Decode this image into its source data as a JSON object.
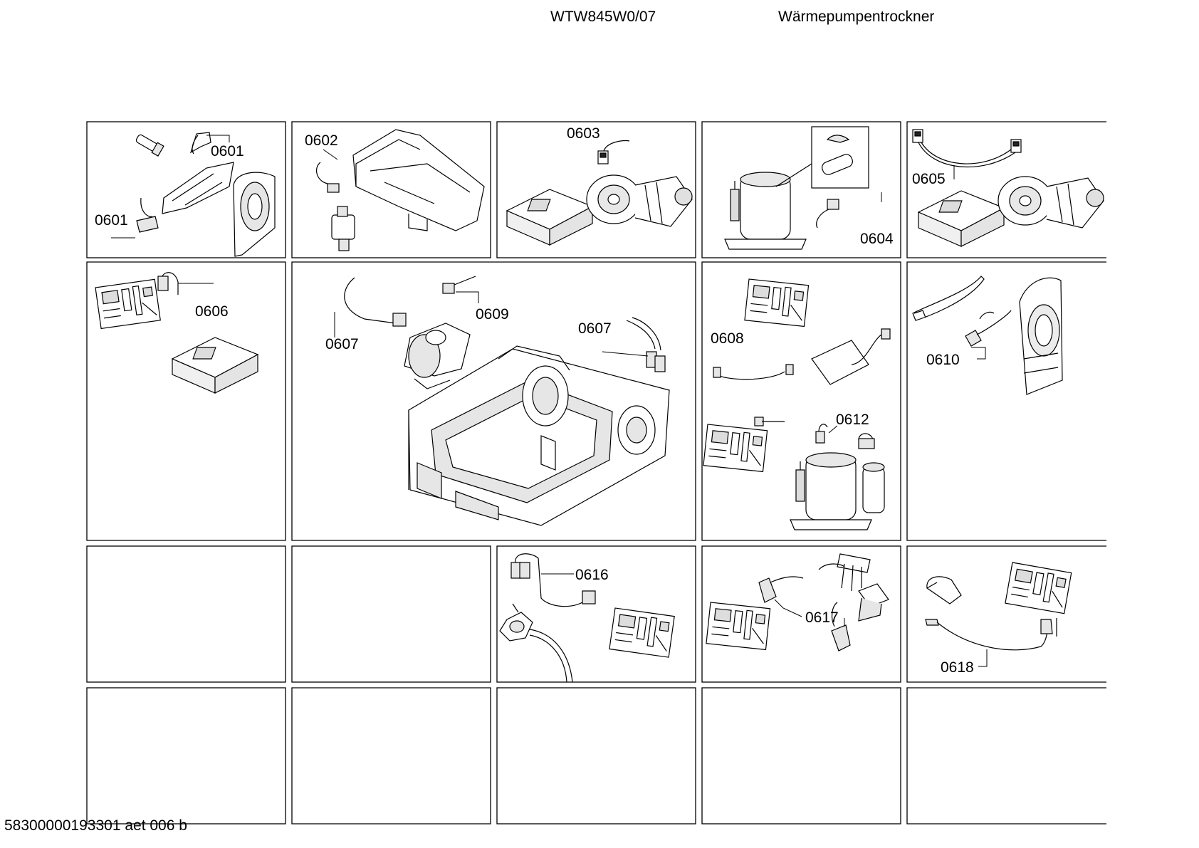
{
  "header": {
    "model": "WTW845W0/07",
    "description": "Wärmepumpentrockner"
  },
  "footer": {
    "document_id": "58300000193301 aet 006 b"
  },
  "callouts": {
    "c0601a": "0601",
    "c0601b": "0601",
    "c0602": "0602",
    "c0603": "0603",
    "c0604": "0604",
    "c0605": "0605",
    "c0606": "0606",
    "c0607a": "0607",
    "c0607b": "0607",
    "c0608": "0608",
    "c0609": "0609",
    "c0610": "0610",
    "c0612": "0612",
    "c0616": "0616",
    "c0617": "0617",
    "c0618": "0618"
  }
}
